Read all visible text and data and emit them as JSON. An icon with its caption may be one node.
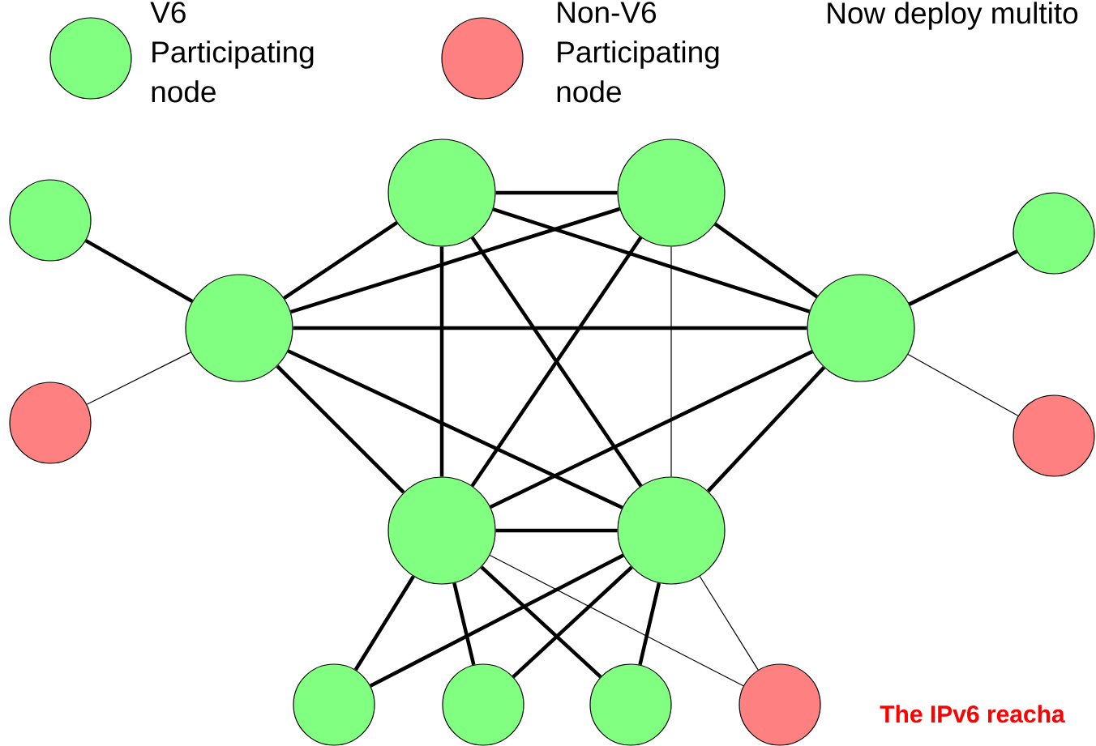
{
  "diagram": {
    "nodes": [
      {
        "text": [],
        "shape": "circle"
      },
      {
        "text": [],
        "shape": "circle"
      },
      {
        "text": [],
        "shape": "circle"
      },
      {
        "text": [],
        "shape": "circle"
      },
      {
        "text": [],
        "shape": "circle"
      },
      {
        "text": [],
        "shape": "circle"
      },
      {
        "text": [],
        "shape": "circle"
      },
      {
        "text": [],
        "shape": "circle"
      },
      {
        "text": [],
        "shape": "circle"
      },
      {
        "text": [],
        "shape": "circle"
      },
      {
        "text": [],
        "shape": "circle"
      },
      {
        "text": [],
        "shape": "circle"
      },
      {
        "text": [],
        "shape": "circle"
      },
      {
        "text": [],
        "shape": "circle"
      }
    ],
    "edges": [
      {
        "from": 0,
        "to": 1,
        "arrow": "none"
      },
      {
        "from": 0,
        "to": 4,
        "arrow": "none"
      },
      {
        "from": 0,
        "to": 5,
        "arrow": "none"
      },
      {
        "from": 0,
        "to": 8,
        "arrow": "none"
      },
      {
        "from": 0,
        "to": 9,
        "arrow": "none"
      },
      {
        "from": 1,
        "to": 4,
        "arrow": "none"
      },
      {
        "from": 1,
        "to": 5,
        "arrow": "none"
      },
      {
        "from": 1,
        "to": 8,
        "arrow": "none"
      },
      {
        "from": 1,
        "to": 9,
        "arrow": "none"
      },
      {
        "from": 4,
        "to": 5,
        "arrow": "none"
      },
      {
        "from": 4,
        "to": 8,
        "arrow": "none"
      },
      {
        "from": 4,
        "to": 9,
        "arrow": "none"
      },
      {
        "from": 5,
        "to": 8,
        "arrow": "none"
      },
      {
        "from": 5,
        "to": 9,
        "arrow": "none"
      },
      {
        "from": 8,
        "to": 9,
        "arrow": "none"
      },
      {
        "from": 2,
        "to": 4,
        "arrow": "none"
      },
      {
        "from": 6,
        "to": 4,
        "arrow": "none"
      },
      {
        "from": 3,
        "to": 5,
        "arrow": "none"
      },
      {
        "from": 7,
        "to": 5,
        "arrow": "none"
      },
      {
        "from": 8,
        "to": 10,
        "arrow": "none"
      },
      {
        "from": 8,
        "to": 11,
        "arrow": "none"
      },
      {
        "from": 8,
        "to": 12,
        "arrow": "none"
      },
      {
        "from": 8,
        "to": 13,
        "arrow": "none"
      },
      {
        "from": 9,
        "to": 10,
        "arrow": "none"
      },
      {
        "from": 9,
        "to": 11,
        "arrow": "none"
      },
      {
        "from": 9,
        "to": 12,
        "arrow": "none"
      },
      {
        "from": 9,
        "to": 13,
        "arrow": "none"
      }
    ],
    "labels": [
      "Now deploy multito",
      "The IPv6 reacha"
    ],
    "legend": [
      {
        "text": "V6 Participating node",
        "color": "#80ff80"
      },
      {
        "text": "Non-V6 Participating node",
        "color": "#ff8080"
      }
    ]
  }
}
